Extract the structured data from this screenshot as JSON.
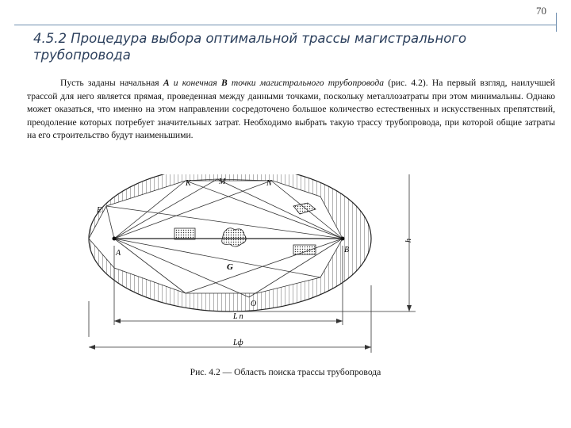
{
  "page_number": "70",
  "title": "4.5.2 Процедура выбора оптимальной трассы магистрального трубопровода",
  "paragraph": {
    "part1": "Пусть заданы начальная ",
    "point_a": "А",
    "part2": " и конечная ",
    "point_b": "В",
    "part3": " точки магистрального трубопровода",
    "part4": " (рис. 4.2). На первый взгляд, наилучшей трассой для него является прямая, проведенная между данными точками, поскольку металлозатраты при этом минимальны. Однако может оказаться, что именно на этом направлении сосредоточено большое количество естественных и искусственных препятствий, преодоление которых потребует значительных затрат. Необходимо выбрать такую трассу трубопровода, при которой общие затраты на его строительство будут наименьшими."
  },
  "figure": {
    "labels": {
      "K": "K",
      "M": "M",
      "N": "N",
      "E": "E",
      "A": "A",
      "B": "B",
      "G": "G",
      "O": "O",
      "h": "h",
      "L_min": "L n",
      "L_f": "Lф"
    },
    "caption": "Рис. 4.2 — Область поиска трассы трубопровода"
  }
}
